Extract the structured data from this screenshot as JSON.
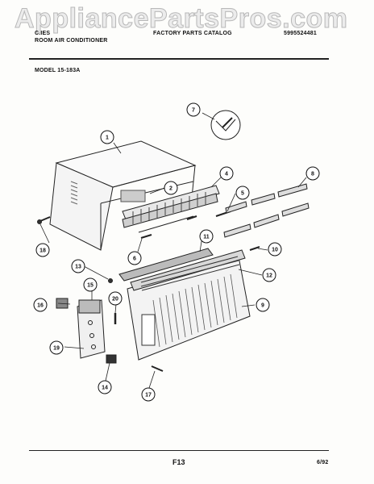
{
  "watermark": "AppliancePartsPros.com",
  "header": {
    "brand": "C.IES",
    "product": "ROOM AIR CONDITIONER",
    "catalog": "FACTORY PARTS CATALOG",
    "catalog_number": "5995524481"
  },
  "model": "MODEL 15-183A",
  "callouts": [
    "1",
    "2",
    "4",
    "5",
    "6",
    "7",
    "8",
    "9",
    "10",
    "11",
    "12",
    "13",
    "14",
    "15",
    "16",
    "17",
    "18",
    "19",
    "20"
  ],
  "footer": {
    "page": "F13",
    "date": "6/92"
  }
}
